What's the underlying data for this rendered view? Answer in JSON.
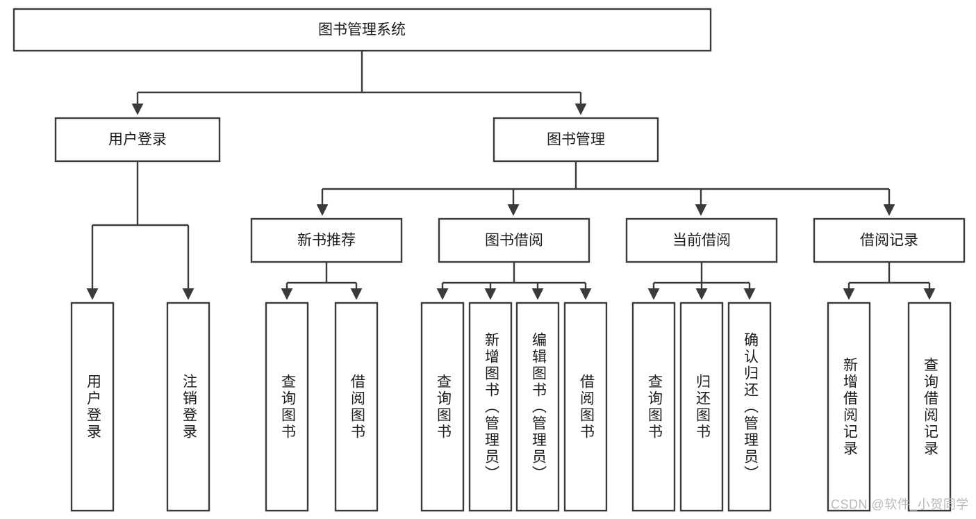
{
  "title": "图书管理系统",
  "watermark": "CSDN @软件_小贺同学",
  "colors": {
    "stroke": "#3a3a3a",
    "fill": "#ffffff",
    "text": "#1b1b1b",
    "watermark": "#b9b9b9",
    "background": "#ffffff"
  },
  "diagram": {
    "type": "tree",
    "orientation": "top-down",
    "root": "图书管理系统",
    "levels": 4,
    "level1": [
      {
        "id": "user-login",
        "label": "用户登录"
      },
      {
        "id": "book-manage",
        "label": "图书管理"
      }
    ],
    "level2": [
      {
        "id": "new-book-recommend",
        "label": "新书推荐",
        "parent": "book-manage"
      },
      {
        "id": "book-borrow",
        "label": "图书借阅",
        "parent": "book-manage"
      },
      {
        "id": "current-borrow",
        "label": "当前借阅",
        "parent": "book-manage"
      },
      {
        "id": "borrow-record",
        "label": "借阅记录",
        "parent": "book-manage"
      }
    ],
    "leaves": {
      "user-login": [
        "用户登录",
        "注销登录"
      ],
      "new-book-recommend": [
        "查询图书",
        "借阅图书"
      ],
      "book-borrow": [
        "查询图书",
        "新增图书（管理员）",
        "编辑图书（管理员）",
        "借阅图书"
      ],
      "current-borrow": [
        "查询图书",
        "归还图书",
        "确认归还（管理员）"
      ],
      "borrow-record": [
        "新增借阅记录",
        "查询借阅记录"
      ]
    }
  },
  "nodes": {
    "root": {
      "label": "图书管理系统"
    },
    "n_user_login": {
      "label": "用户登录"
    },
    "n_book_manage": {
      "label": "图书管理"
    },
    "n_new_book": {
      "label": "新书推荐"
    },
    "n_book_borrow": {
      "label": "图书借阅"
    },
    "n_current_borrow": {
      "label": "当前借阅"
    },
    "n_borrow_record": {
      "label": "借阅记录"
    },
    "l_user_login": {
      "label": "用户登录"
    },
    "l_user_logout": {
      "label": "注销登录"
    },
    "l_nb_query": {
      "label": "查询图书"
    },
    "l_nb_borrow": {
      "label": "借阅图书"
    },
    "l_bb_query": {
      "label": "查询图书"
    },
    "l_bb_add": {
      "label": "新增图书（管理员）"
    },
    "l_bb_edit": {
      "label": "编辑图书（管理员）"
    },
    "l_bb_borrow": {
      "label": "借阅图书"
    },
    "l_cb_query": {
      "label": "查询图书"
    },
    "l_cb_return": {
      "label": "归还图书"
    },
    "l_cb_confirm": {
      "label": "确认归还（管理员）"
    },
    "l_br_add": {
      "label": "新增借阅记录"
    },
    "l_br_query": {
      "label": "查询借阅记录"
    }
  }
}
